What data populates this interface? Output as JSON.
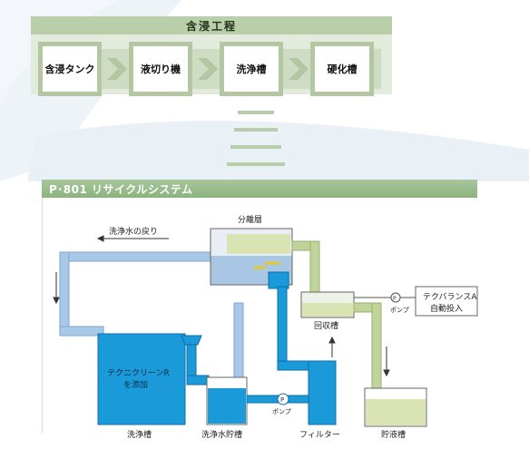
{
  "process": {
    "title": "含浸工程",
    "steps": [
      {
        "label": "含浸タンク"
      },
      {
        "label": "液切り機"
      },
      {
        "label": "洗浄槽"
      },
      {
        "label": "硬化槽"
      }
    ]
  },
  "system": {
    "title": "P･801 リサイクルシステム",
    "labels": {
      "separation_tank": "分離層",
      "return_water": "洗浄水の戻り",
      "recovery_tank": "回収槽",
      "pump_top": "ポンプ",
      "additive_line1": "テクバランスA",
      "additive_line2": "自動投入",
      "agent_line1": "テクニクリーンR",
      "agent_line2": "を添加",
      "wash_tank": "洗浄槽",
      "wash_water_storage": "洗浄水貯槽",
      "pump_bottom": "ポンプ",
      "filter": "フィルター",
      "storage_tank": "貯液槽"
    }
  },
  "colors": {
    "panel_header": "#b9cfa9",
    "panel_bg": "#e3ecdc",
    "box_border": "#b3c8a2",
    "system_header": "#8bb37e",
    "water_blue": "#1a9ad8",
    "pipe_blue": "#a8c8e8",
    "pipe_green": "#bfd39a",
    "sludge_green": "#d9e3b4"
  }
}
